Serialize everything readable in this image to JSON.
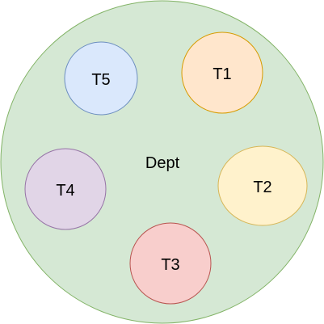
{
  "dept": {
    "label": "Dept",
    "fill": "#d5e8d4",
    "stroke": "#82b366"
  },
  "teams": [
    {
      "label": "T1",
      "fill": "#ffe6cc",
      "stroke": "#d79b00"
    },
    {
      "label": "T2",
      "fill": "#fff2cc",
      "stroke": "#d6b656"
    },
    {
      "label": "T3",
      "fill": "#f8cecc",
      "stroke": "#b85450"
    },
    {
      "label": "T4",
      "fill": "#e1d5e7",
      "stroke": "#9673a6"
    },
    {
      "label": "T5",
      "fill": "#dae8fc",
      "stroke": "#6c8ebf"
    }
  ]
}
